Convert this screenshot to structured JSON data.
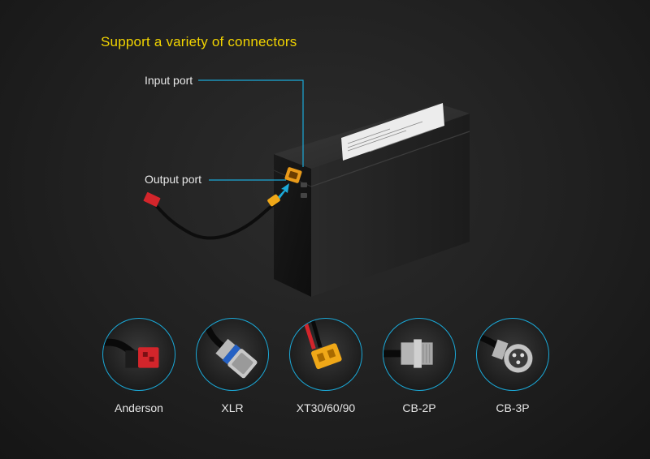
{
  "headline": "Support a variety of connectors",
  "callouts": {
    "input": "Input port",
    "output": "Output port"
  },
  "colors": {
    "accent": "#1ba9d8",
    "headline": "#f2d400",
    "xt_connector": "#f0a818",
    "anderson_red": "#d3252b"
  },
  "connectors": [
    {
      "label": "Anderson",
      "icon": "anderson-connector-icon"
    },
    {
      "label": "XLR",
      "icon": "xlr-connector-icon"
    },
    {
      "label": "XT30/60/90",
      "icon": "xt-connector-icon"
    },
    {
      "label": "CB-2P",
      "icon": "cb2p-connector-icon"
    },
    {
      "label": "CB-3P",
      "icon": "cb3p-connector-icon"
    }
  ]
}
